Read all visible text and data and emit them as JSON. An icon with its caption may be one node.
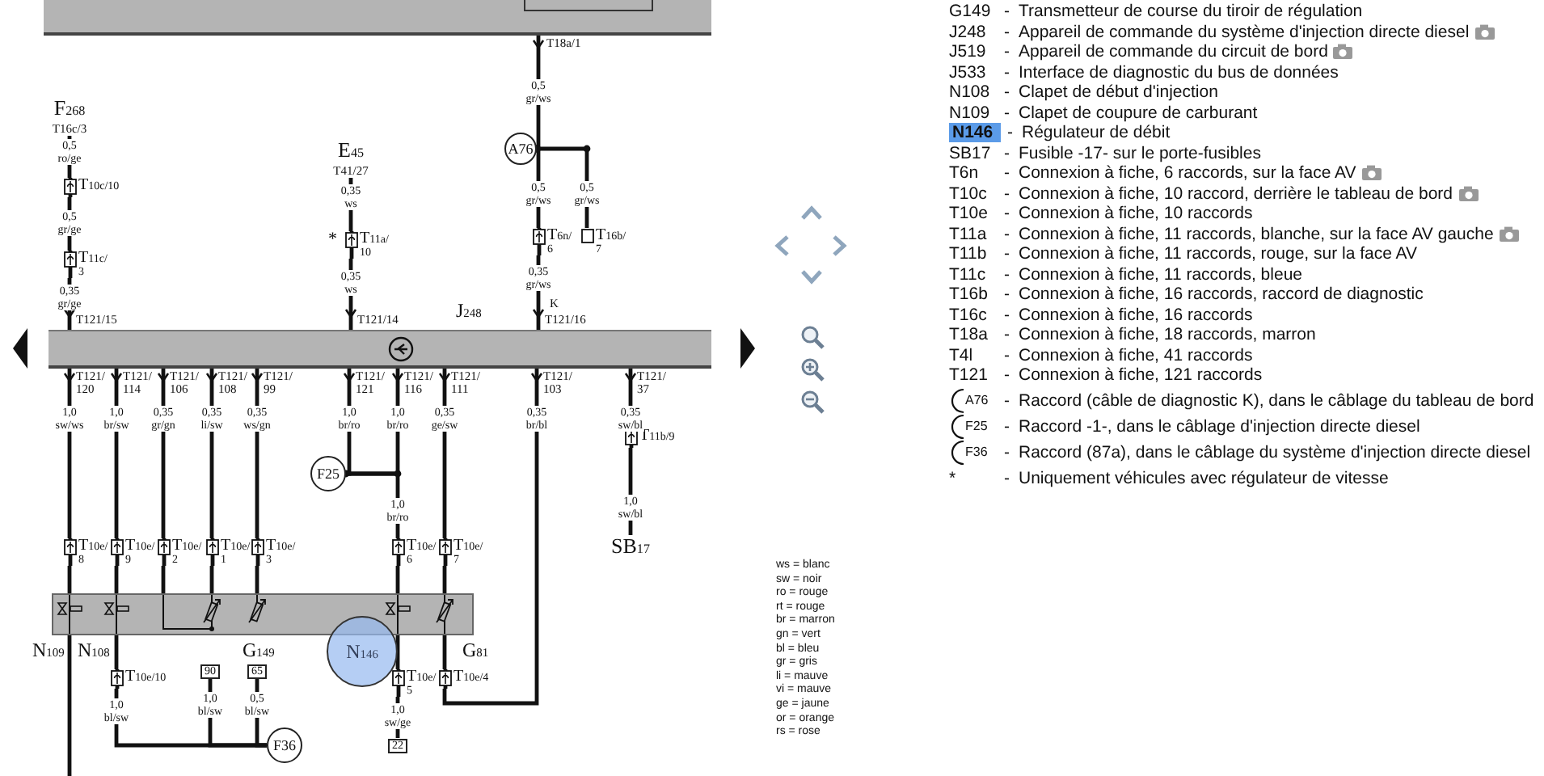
{
  "diagram": {
    "nodes": [
      {
        "text": [],
        "shape": "box"
      },
      {
        "text": [
          "A76"
        ]
      },
      {
        "text": [
          "T6n/ 6"
        ]
      },
      {
        "text": [
          "T16b/ 7"
        ]
      },
      {
        "text": [
          "F$_{268}$",
          "T16c/3"
        ]
      },
      {
        "text": [
          "T10c/10"
        ]
      },
      {
        "text": [
          "T11c/ 3"
        ]
      },
      {
        "text": [
          "E$_{45}$",
          "T41/27"
        ]
      },
      {
        "text": [
          "T11a/ 10"
        ]
      },
      {
        "text": [],
        "shape": "bar",
        "beside": [
          "J$_{248}$"
        ]
      },
      {
        "text": [
          "T10e/ 8"
        ]
      },
      {
        "text": [
          "T10e/ 9"
        ]
      },
      {
        "text": [
          "T10e/ 2"
        ]
      },
      {
        "text": [
          "T10e/ 1"
        ]
      },
      {
        "text": [
          "T10e/ 3"
        ]
      },
      {
        "text": [
          "F25"
        ]
      },
      {
        "text": [
          "T10e/ 6"
        ]
      },
      {
        "text": [
          "T10e/ 7"
        ]
      },
      {
        "text": [
          "T11b/9"
        ]
      },
      {
        "text": [
          "SB$_{17}$"
        ]
      },
      {
        "text": [],
        "shape": "box"
      },
      {
        "text": [
          "N$_{146}$"
        ]
      },
      {
        "text": [
          "T10e/10"
        ]
      },
      {
        "text": [
          "90"
        ]
      },
      {
        "text": [
          "65"
        ]
      },
      {
        "text": [
          "F36"
        ]
      },
      {
        "text": [
          "T10e/ 5"
        ]
      },
      {
        "text": [
          "22"
        ]
      },
      {
        "text": [
          "T10e/4"
        ]
      }
    ],
    "edges": [
      {
        "from": 0,
        "to": 1,
        "arrow": "other",
        "label": "0,5 gr/ws"
      },
      {
        "from": 1,
        "to": 2,
        "arrow": "other",
        "label": "0,5 gr/ws"
      },
      {
        "from": 1,
        "to": 3,
        "arrow": "other",
        "label": "0,5 gr/ws"
      },
      {
        "from": 2,
        "to": 9,
        "arrow": "to",
        "label": "0,35 gr/ws"
      },
      {
        "from": 4,
        "to": 5,
        "arrow": "none",
        "label": "0,5 ro/ge"
      },
      {
        "from": 5,
        "to": 6,
        "arrow": "none",
        "label": "0,5 gr/ge"
      },
      {
        "from": 6,
        "to": 9,
        "arrow": "to",
        "label": "0,35 gr/ge"
      },
      {
        "from": 7,
        "to": 8,
        "arrow": "none",
        "label": "0,35 ws"
      },
      {
        "from": 8,
        "to": 9,
        "arrow": "to",
        "label": "0,35 ws"
      },
      {
        "from": 9,
        "to": 10,
        "arrow": "other",
        "label": "1,0 sw/ws"
      },
      {
        "from": 9,
        "to": 11,
        "arrow": "other",
        "label": "1,0 br/sw"
      },
      {
        "from": 9,
        "to": 12,
        "arrow": "other",
        "label": "0,35 gr/gn"
      },
      {
        "from": 9,
        "to": 13,
        "arrow": "other",
        "label": "0,35 li/sw"
      },
      {
        "from": 9,
        "to": 14,
        "arrow": "other",
        "label": "0,35 ws/gn"
      },
      {
        "from": 9,
        "to": 15,
        "arrow": "other",
        "label": "1,0 br/ro"
      },
      {
        "from": 9,
        "to": 15,
        "arrow": "other",
        "label": "1,0 br/ro"
      },
      {
        "from": 15,
        "to": 16,
        "arrow": "none",
        "label": "1,0 br/ro"
      },
      {
        "from": 9,
        "to": 17,
        "arrow": "other",
        "label": "0,35 ge/sw"
      },
      {
        "from": 9,
        "to": 18,
        "arrow": "other",
        "label": "0,35 sw/bl"
      },
      {
        "from": 18,
        "to": 19,
        "arrow": "none",
        "label": "1,0 sw/bl"
      },
      {
        "from": 10,
        "to": 20,
        "arrow": "none"
      },
      {
        "from": 11,
        "to": 20,
        "arrow": "none"
      },
      {
        "from": 12,
        "to": 20,
        "arrow": "none"
      },
      {
        "from": 13,
        "to": 20,
        "arrow": "none"
      },
      {
        "from": 14,
        "to": 20,
        "arrow": "none"
      },
      {
        "from": 16,
        "to": 20,
        "arrow": "none"
      },
      {
        "from": 17,
        "to": 20,
        "arrow": "none"
      },
      {
        "from": 20,
        "to": null,
        "arrow": "none"
      },
      {
        "from": 20,
        "to": 22,
        "arrow": "none"
      },
      {
        "from": 22,
        "to": 25,
        "arrow": "none",
        "label": "1,0 bl/sw"
      },
      {
        "from": 23,
        "to": 25,
        "arrow": "none",
        "label": "1,0 bl/sw"
      },
      {
        "from": 24,
        "to": 25,
        "arrow": "none",
        "label": "0,5 bl/sw"
      },
      {
        "from": 20,
        "to": 26,
        "arrow": "none"
      },
      {
        "from": 26,
        "to": 27,
        "arrow": "none",
        "label": "1,0 sw/ge"
      },
      {
        "from": 20,
        "to": 28,
        "arrow": "none"
      },
      {
        "from": 28,
        "to": 9,
        "arrow": "other",
        "label": "0,35 br/bl"
      }
    ],
    "labels": [
      "T18a/1",
      "*",
      "K",
      "T121/15",
      "T121/14",
      "T121/16",
      "T121/ 120",
      "T121/ 114",
      "T121/ 106",
      "T121/ 108",
      "T121/ 99",
      "T121/ 121",
      "T121/ 116",
      "T121/ 111",
      "T121/ 103",
      "T121/ 37",
      "N$_{109}$",
      "N$_{108}$",
      "G$_{149}$",
      "G$_{81}$",
      "G149",
      "-",
      "Transmetteur de course du tiroir de régulation",
      "J248",
      "-",
      "Appareil de commande du système d'injection directe diesel",
      "J519",
      "-",
      "Appareil de commande du circuit de bord",
      "J533",
      "-",
      "Interface de diagnostic du bus de données",
      "N108",
      "-",
      "Clapet de début d'injection",
      "N109",
      "-",
      "Clapet de coupure de carburant",
      "N146",
      "-",
      "Régulateur de débit",
      "SB17",
      "-",
      "Fusible -17- sur le porte-fusibles",
      "T6n",
      "-",
      "Connexion à fiche, 6 raccords, sur la face AV",
      "T10c",
      "-",
      "Connexion à fiche, 10 raccord, derrière le tableau de bord",
      "T10e",
      "-",
      "Connexion à fiche, 10 raccords",
      "T11a",
      "-",
      "Connexion à fiche, 11 raccords, blanche, sur la face AV gauche",
      "T11b",
      "-",
      "Connexion à fiche, 11 raccords, rouge, sur la face AV",
      "T11c",
      "-",
      "Connexion à fiche, 11 raccords, bleue",
      "T16b",
      "-",
      "Connexion à fiche, 16 raccords, raccord de diagnostic",
      "T16c",
      "-",
      "Connexion à fiche, 16 raccords",
      "T18a",
      "-",
      "Connexion à fiche, 18 raccords, marron",
      "T4l",
      "-",
      "Connexion à fiche, 41 raccords",
      "T121",
      "-",
      "Connexion à fiche, 121 raccords",
      "A76",
      "-",
      "Raccord (câble de diagnostic K), dans le câblage du tableau de bord",
      "F25",
      "-",
      "Raccord -1-, dans le câblage d'injection directe diesel",
      "F36",
      "-",
      "Raccord (87a), dans le câblage du système d'injection directe diesel",
      "*",
      "-",
      "Uniquement véhicules avec régulateur de vitesse",
      "ws = blanc",
      "sw = noir",
      "ro = rouge",
      "rt = rouge",
      "br = marron",
      "gn = vert",
      "bl = bleu",
      "gr = gris",
      "li = mauve",
      "vi = mauve",
      "ge = jaune",
      "or = orange",
      "rs = rose"
    ]
  }
}
